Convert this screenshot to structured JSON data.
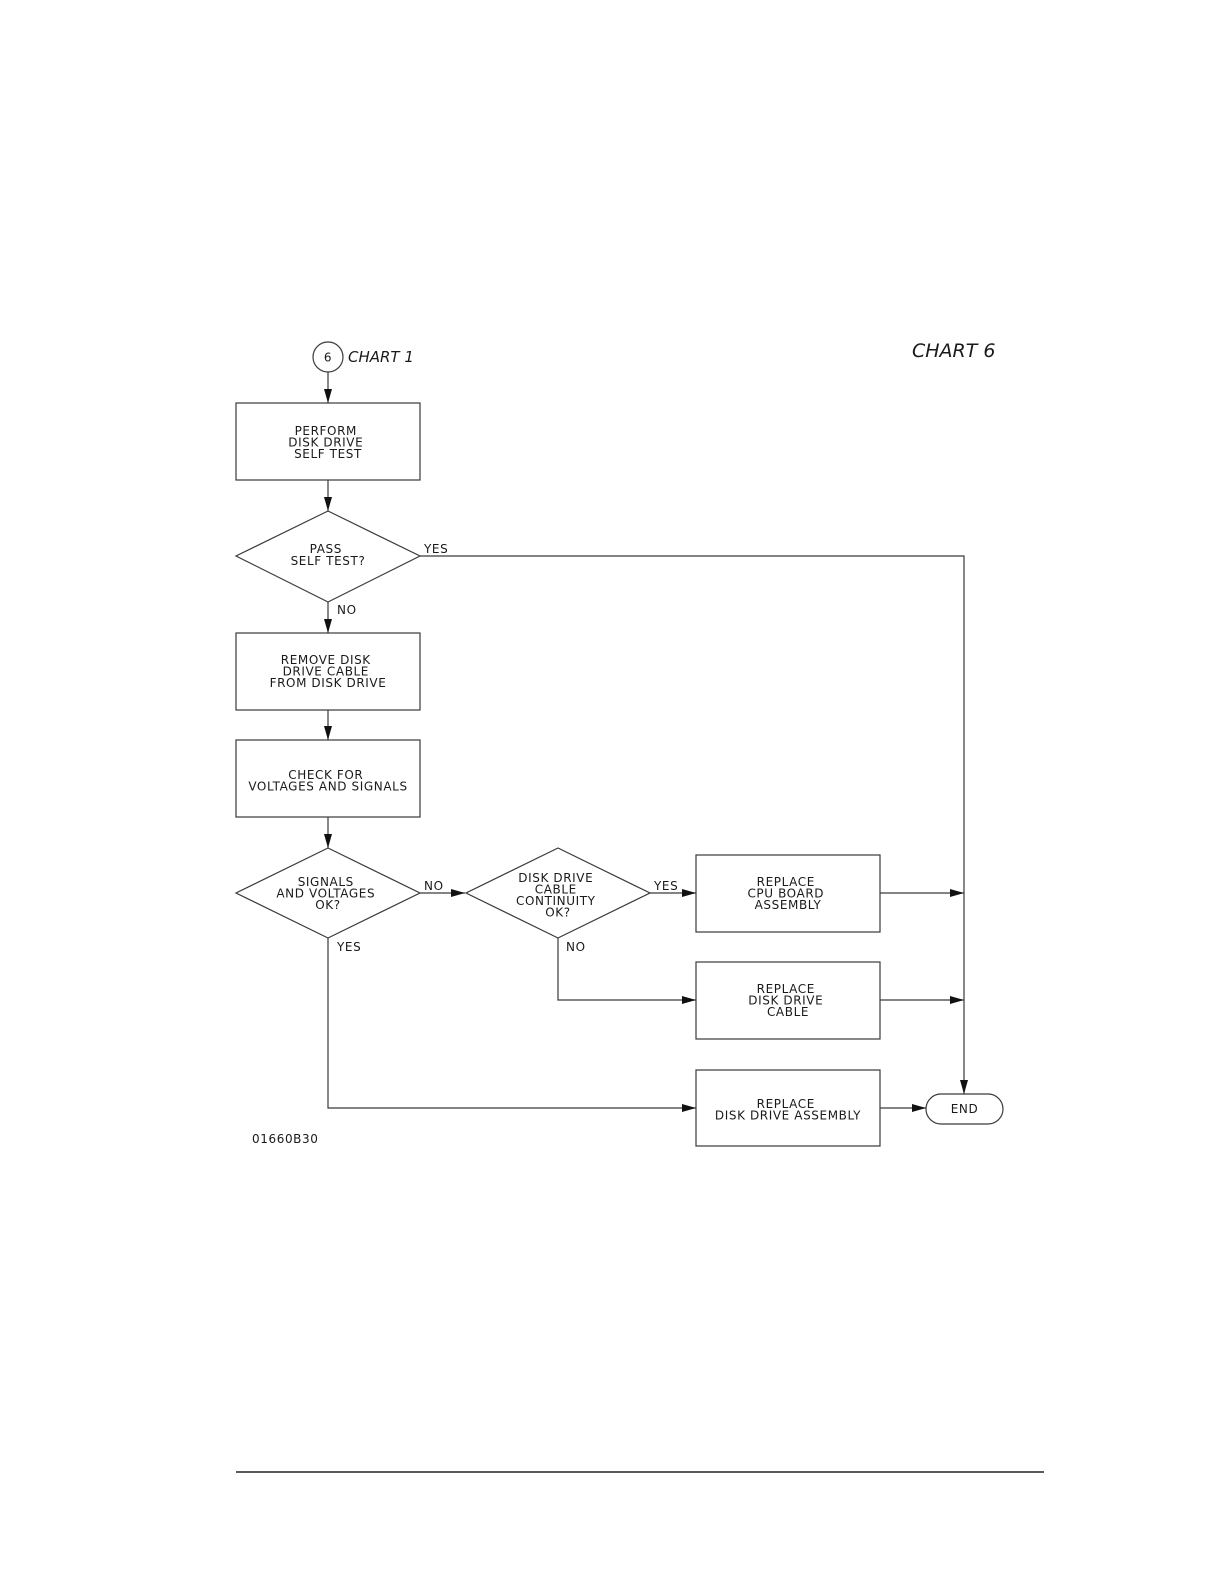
{
  "chart_title": "CHART 6",
  "connector": {
    "number": "6",
    "label": "CHART 1"
  },
  "steps": {
    "perform_self_test": [
      "PERFORM",
      "DISK DRIVE",
      "SELF TEST"
    ],
    "pass_self_test": [
      "PASS",
      "SELF TEST?"
    ],
    "remove_cable": [
      "REMOVE DISK",
      "DRIVE CABLE",
      "FROM DISK DRIVE"
    ],
    "check_voltages": [
      "CHECK FOR",
      "VOLTAGES AND SIGNALS"
    ],
    "signals_ok": [
      "SIGNALS",
      "AND VOLTAGES",
      "OK?"
    ],
    "cable_continuity": [
      "DISK DRIVE",
      "CABLE",
      "CONTINUITY",
      "OK?"
    ],
    "replace_cpu": [
      "REPLACE",
      "CPU BOARD",
      "ASSEMBLY"
    ],
    "replace_cable": [
      "REPLACE",
      "DISK DRIVE",
      "CABLE"
    ],
    "replace_drive": [
      "REPLACE",
      "DISK DRIVE ASSEMBLY"
    ],
    "end": "END"
  },
  "branch_labels": {
    "pass_yes": "YES",
    "pass_no": "NO",
    "signals_no": "NO",
    "signals_yes": "YES",
    "continuity_yes": "YES",
    "continuity_no": "NO"
  },
  "figure_id": "01660B30",
  "colors": {
    "stroke": "#3a3a3a",
    "text": "#1a1a1a",
    "background": "#ffffff"
  }
}
